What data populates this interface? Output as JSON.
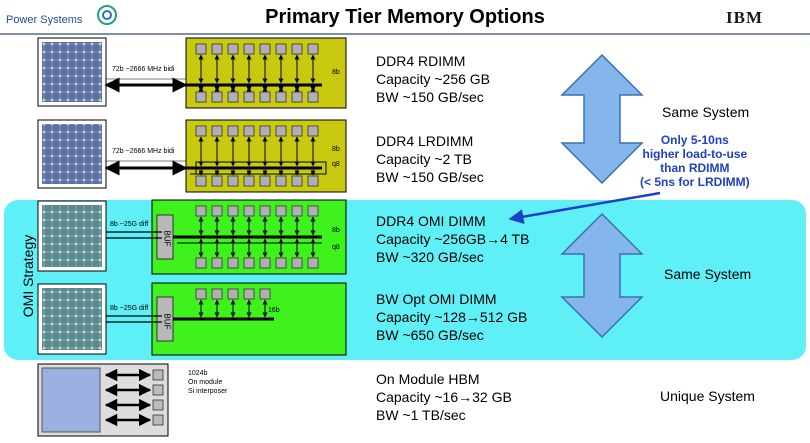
{
  "header": {
    "brand": "Power Systems",
    "title": "Primary Tier Memory Options",
    "logo": "IBM"
  },
  "omi_strategy_label": "OMI Strategy",
  "rows": [
    {
      "name": "DDR4 RDIMM",
      "capacity": "Capacity ~256 GB",
      "bandwidth": "BW ~150 GB/sec",
      "link_label": "72b ~2666 MHz bidi",
      "width_label": "8b"
    },
    {
      "name": "DDR4 LRDIMM",
      "capacity": "Capacity ~2 TB",
      "bandwidth": "BW ~150 GB/sec",
      "link_label": "72b ~2666 MHz bidi",
      "width_label": "8b",
      "width_label_2": "q8"
    },
    {
      "name": "DDR4 OMI DIMM",
      "capacity": "Capacity ~256GB→4 TB",
      "bandwidth": "BW ~320 GB/sec",
      "link_label": "8b ~25G diff",
      "buffer_label": "BUF",
      "width_label": "8b",
      "width_label_2": "q8"
    },
    {
      "name": "BW Opt OMI DIMM",
      "capacity": "Capacity ~128→512 GB",
      "bandwidth": "BW ~650 GB/sec",
      "link_label": "8b ~25G diff",
      "buffer_label": "BUF",
      "width_label": "16b"
    },
    {
      "name": "On Module HBM",
      "capacity": "Capacity ~16→32 GB",
      "bandwidth": "BW ~1 TB/sec",
      "module_label": [
        "1024b",
        "On module",
        "Si interposer"
      ]
    }
  ],
  "system_labels": [
    "Same System",
    "Same System",
    "Unique System"
  ],
  "note": [
    "Only 5-10ns",
    "higher load-to-use",
    "than RDIMM",
    "(< 5ns for LRDIMM)"
  ],
  "colors": {
    "omi_band": "#5ef0f6",
    "dimm_yellow": "#c9c90f",
    "dimm_green": "#3ff21d",
    "arrow_fill": "#84b6ec",
    "note_blue": "#1e3fc8"
  }
}
